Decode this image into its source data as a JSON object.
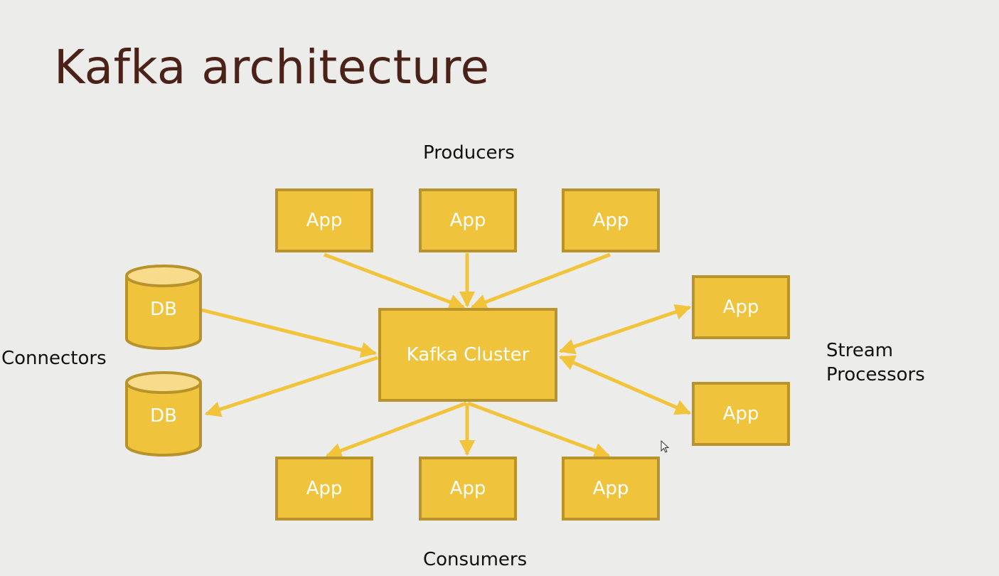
{
  "slide": {
    "title": "Kafka architecture"
  },
  "labels": {
    "producers": "Producers",
    "consumers": "Consumers",
    "connectors": "Connectors",
    "stream_processors_line1": "Stream",
    "stream_processors_line2": "Processors"
  },
  "nodes": {
    "cluster": "Kafka Cluster",
    "producer_1": "App",
    "producer_2": "App",
    "producer_3": "App",
    "consumer_1": "App",
    "consumer_2": "App",
    "consumer_3": "App",
    "stream_1": "App",
    "stream_2": "App",
    "db_1": "DB",
    "db_2": "DB"
  },
  "colors": {
    "background": "#ececea",
    "title": "#4b2218",
    "node_fill": "#f0c33c",
    "node_border": "#b8922a",
    "arrow": "#f2c43c"
  }
}
